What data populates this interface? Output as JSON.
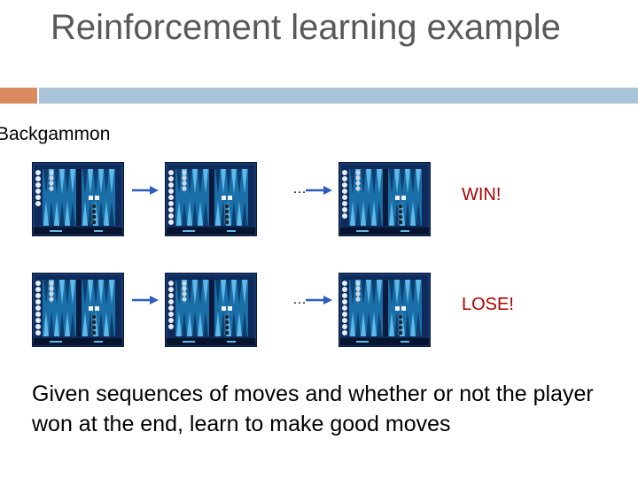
{
  "slide": {
    "title": "Reinforcement learning example",
    "subtitle": "Backgammon",
    "accent_colors": {
      "square": "#d98b5f",
      "bar": "#a9c3d8"
    }
  },
  "sequences": [
    {
      "ellipsis": "…",
      "outcome": "WIN!"
    },
    {
      "ellipsis": "…",
      "outcome": "LOSE!"
    }
  ],
  "board_icon": "backgammon-board-icon",
  "arrow_color": "#2f5cbf",
  "body_text": "Given sequences of moves and whether or not the player won at the end, learn to make good moves"
}
